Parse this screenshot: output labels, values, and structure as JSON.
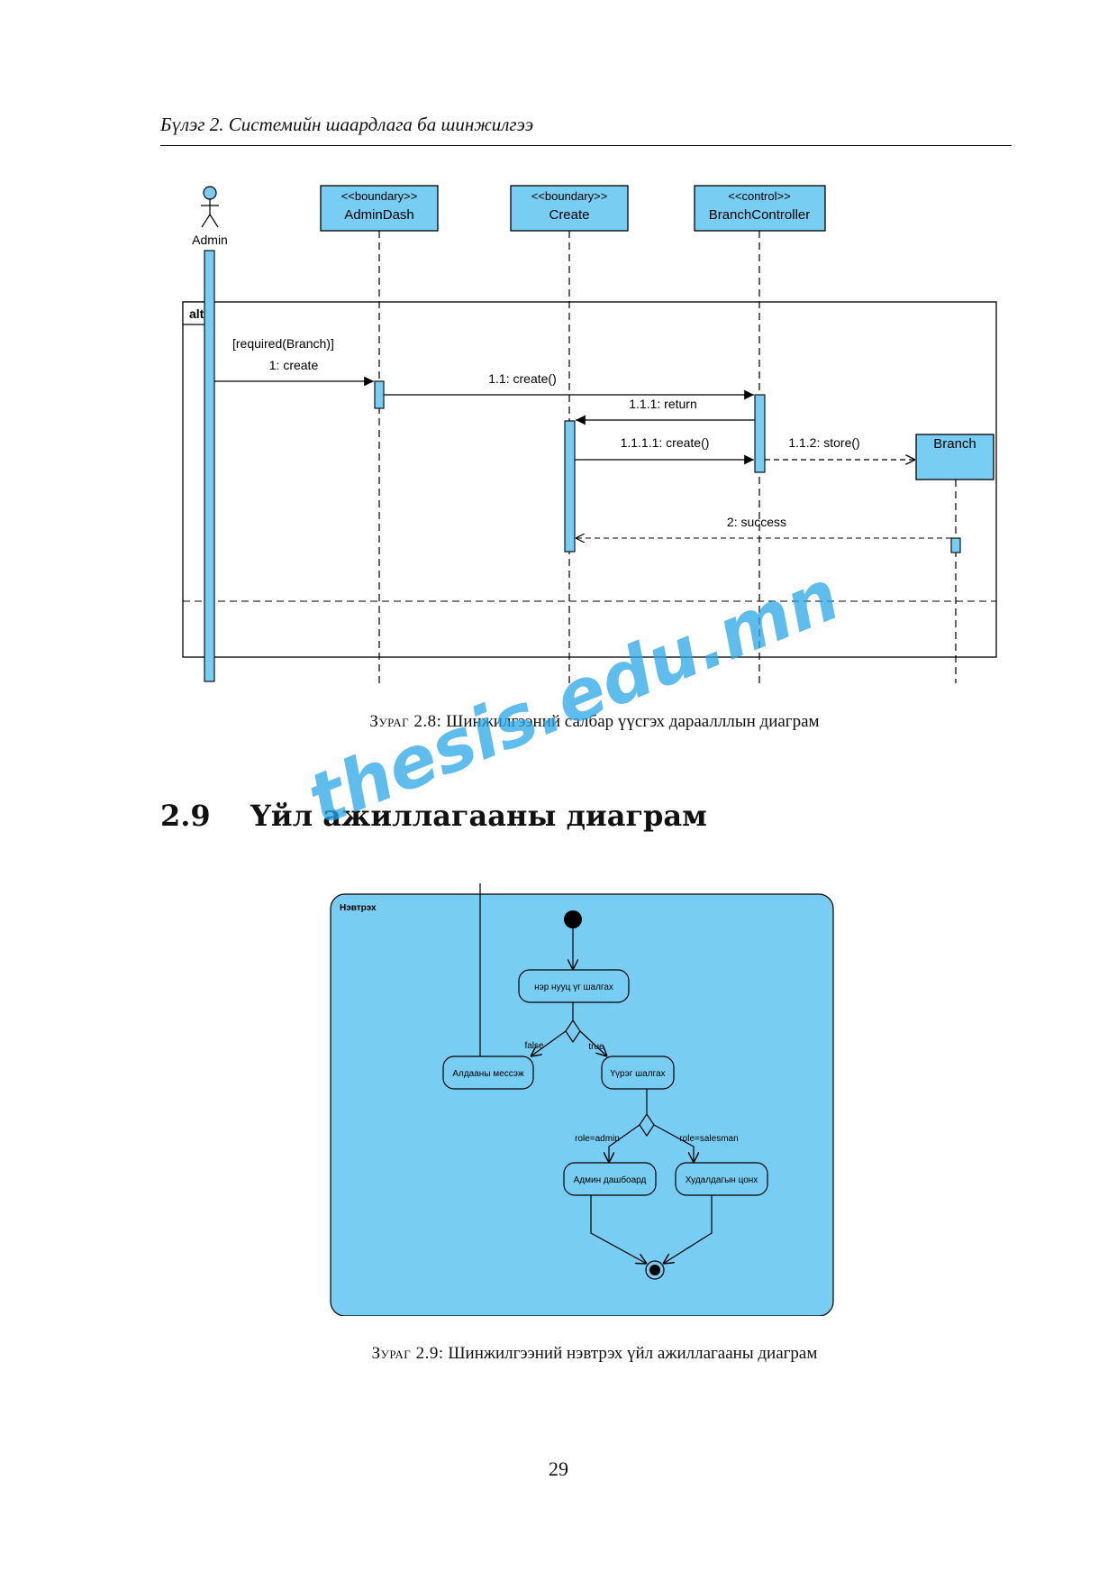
{
  "header": {
    "running_title": "Бүлэг 2.  Системийн шаардлага ба шинжилгээ"
  },
  "figure_2_8": {
    "lifelines": {
      "admin": {
        "label": "Admin"
      },
      "admin_dash": {
        "stereotype": "<<boundary>>",
        "label": "AdminDash"
      },
      "create": {
        "stereotype": "<<boundary>>",
        "label": "Create"
      },
      "branch_controller": {
        "stereotype": "<<control>>",
        "label": "BranchController"
      },
      "branch": {
        "label": "Branch"
      }
    },
    "fragment": {
      "operator": "alt",
      "guard": "[required(Branch)]"
    },
    "messages": {
      "m1": "1: create",
      "m1_1": "1.1: create()",
      "m1_1_1": "1.1.1: return",
      "m1_1_1_1": "1.1.1.1: create()",
      "m1_1_2": "1.1.2: store()",
      "m2": "2: success"
    },
    "caption_label": "Зураг 2.8:",
    "caption_text": "Шинжилгээний салбар үүсгэх дараалллын диаграм"
  },
  "section": {
    "number": "2.9",
    "title": "Үйл ажиллагааны диаграм"
  },
  "figure_2_9": {
    "frame_label": "Нэвтрэх",
    "nodes": {
      "check_credentials": "нэр нууц үг шалгах",
      "error_message": "Алдааны мессэж",
      "check_role": "Үүрэг шалгах",
      "admin_dashboard": "Админ дашбоард",
      "sales_window": "Худалдагын цонх"
    },
    "guards": {
      "false": "false",
      "true": "true",
      "role_admin": "role=admin",
      "role_salesman": "role=salesman"
    },
    "caption_label": "Зураг 2.9:",
    "caption_text": "Шинжилгээний нэвтрэх үйл ажиллагааны диаграм"
  },
  "watermark": "thesis.edu.mn",
  "page_number": "29",
  "colors": {
    "uml_fill": "#78cdf2",
    "watermark": "#2aa7e8"
  }
}
